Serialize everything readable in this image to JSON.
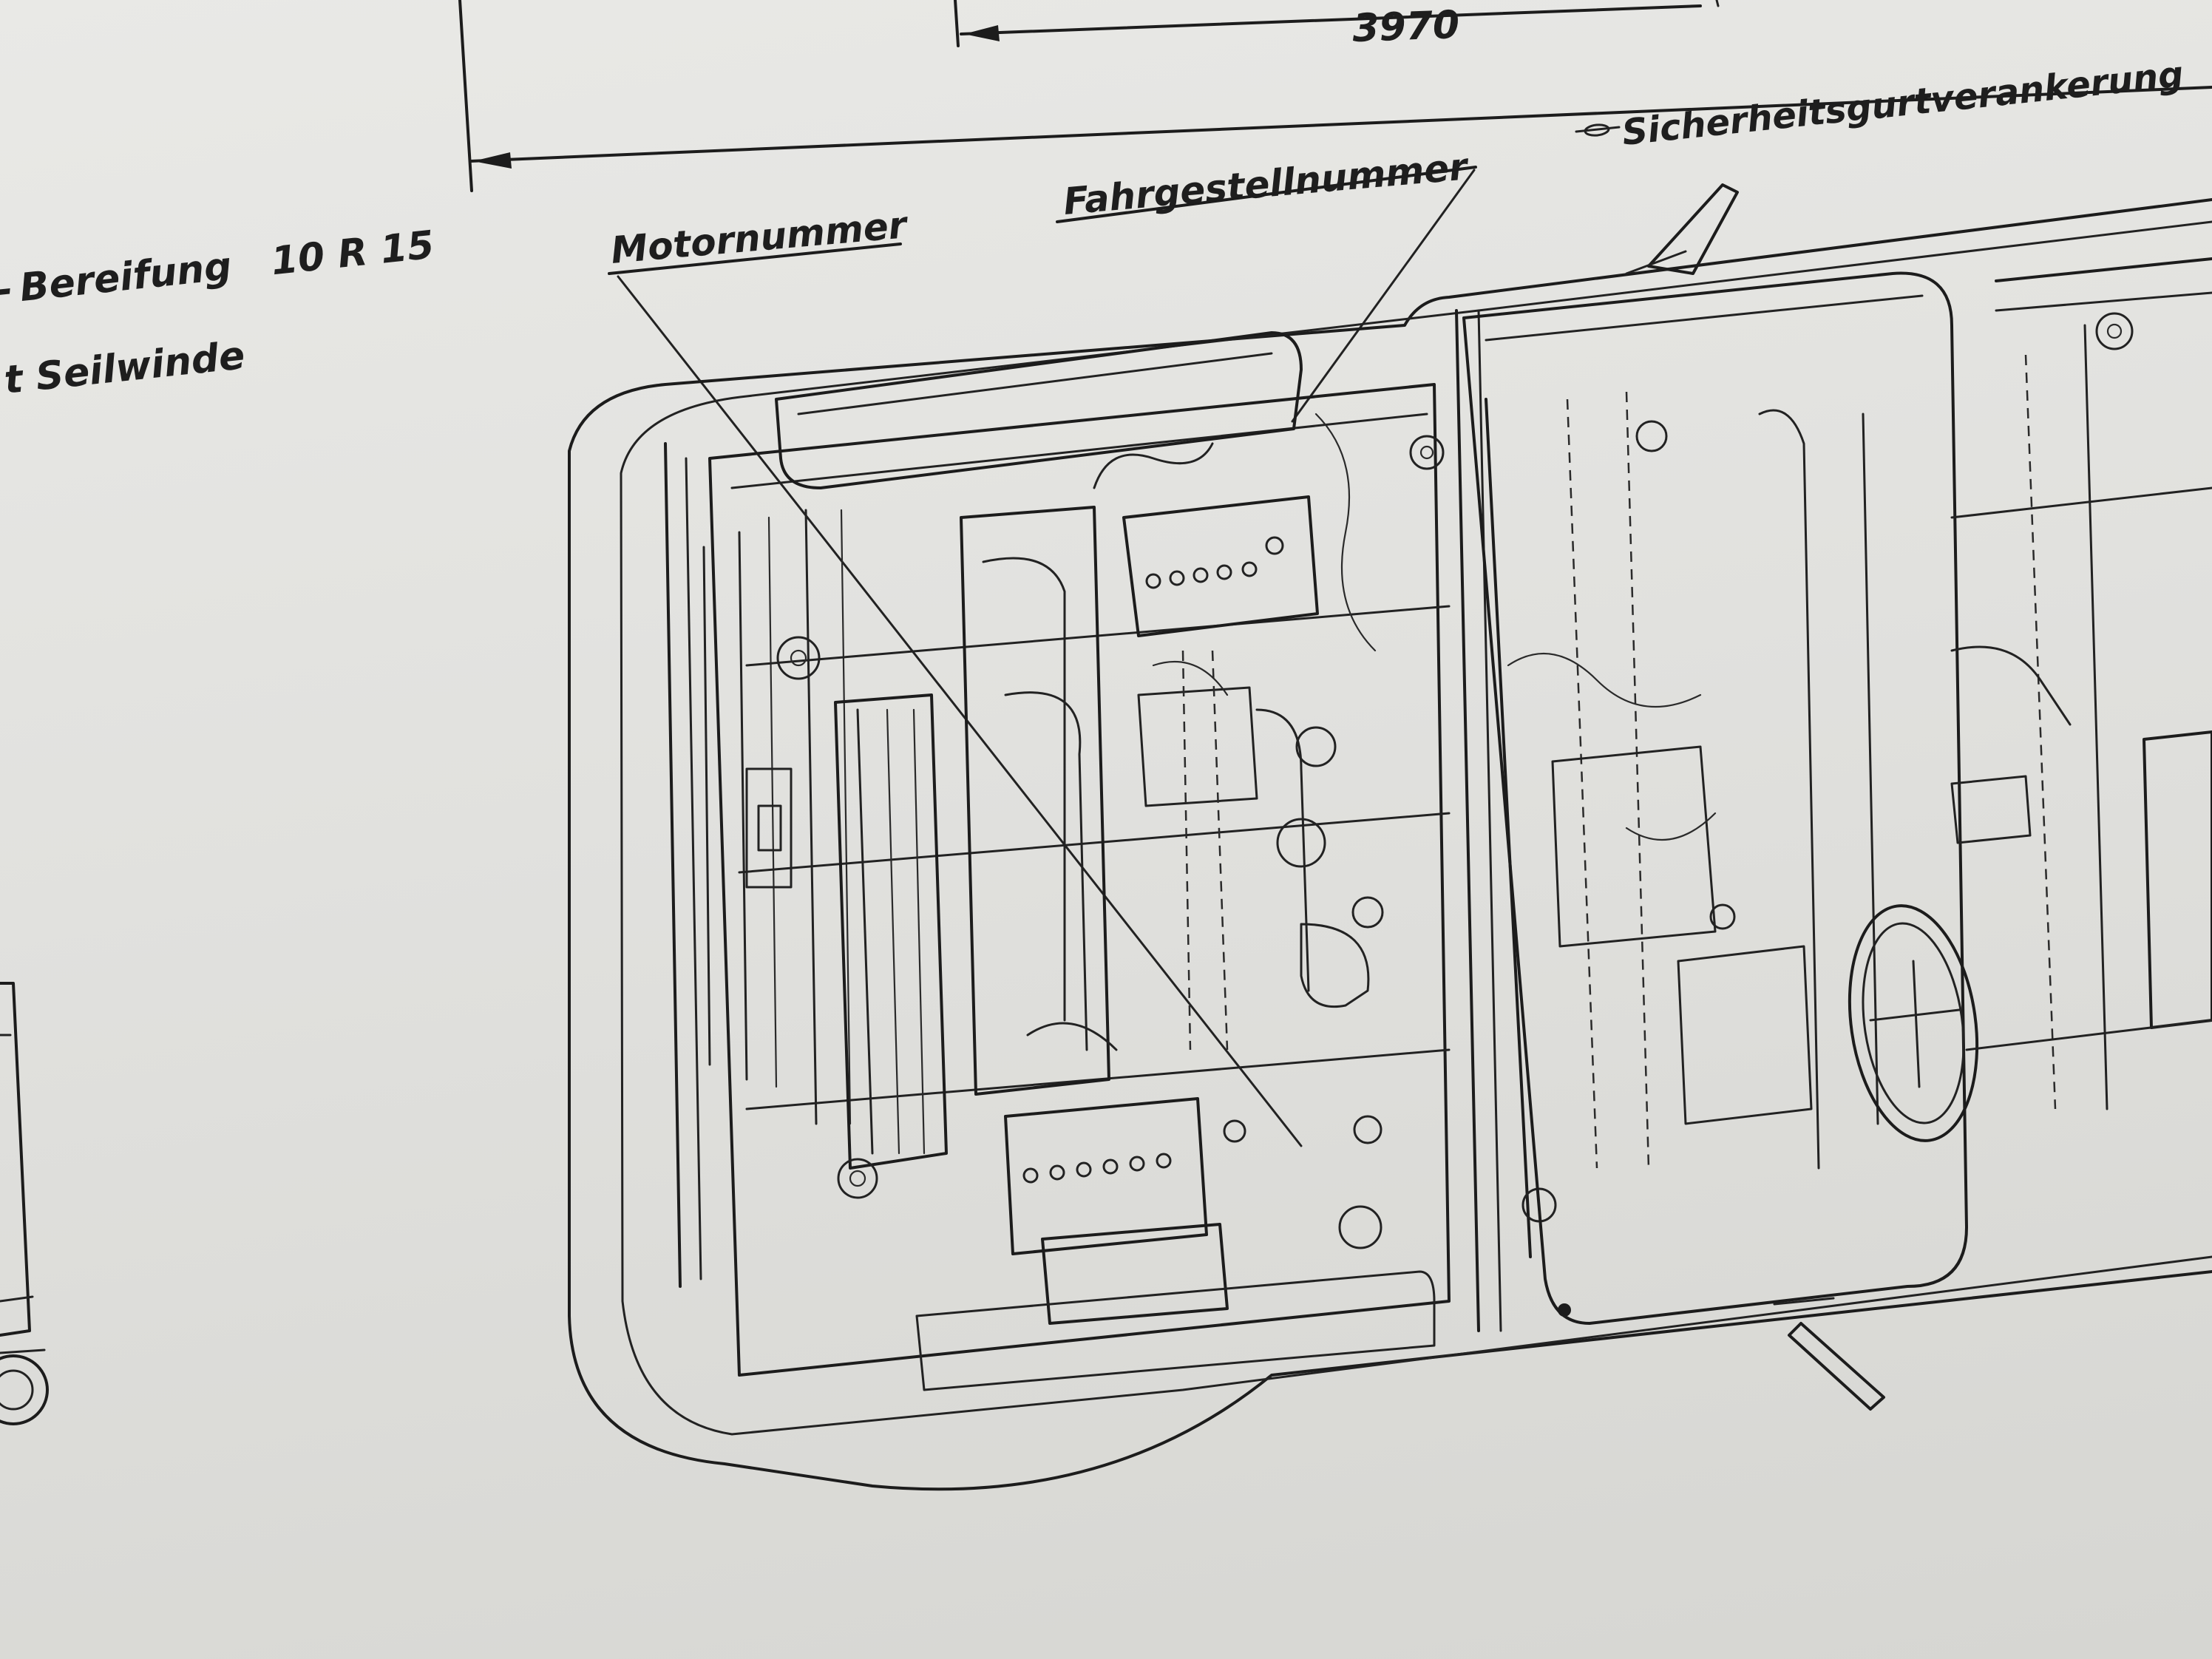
{
  "dimensions": {
    "total_length": "3970"
  },
  "callouts": {
    "motor_number": "Motornummer",
    "chassis_number": "Fahrgestellnummer",
    "seatbelt_anchorage": "Sicherheitsgurtverankerung"
  },
  "side_notes": {
    "tyres_prefix": "-",
    "tyres": "Bereifung",
    "tyres_size": "10 R 15",
    "winch": "t Seilwinde"
  }
}
